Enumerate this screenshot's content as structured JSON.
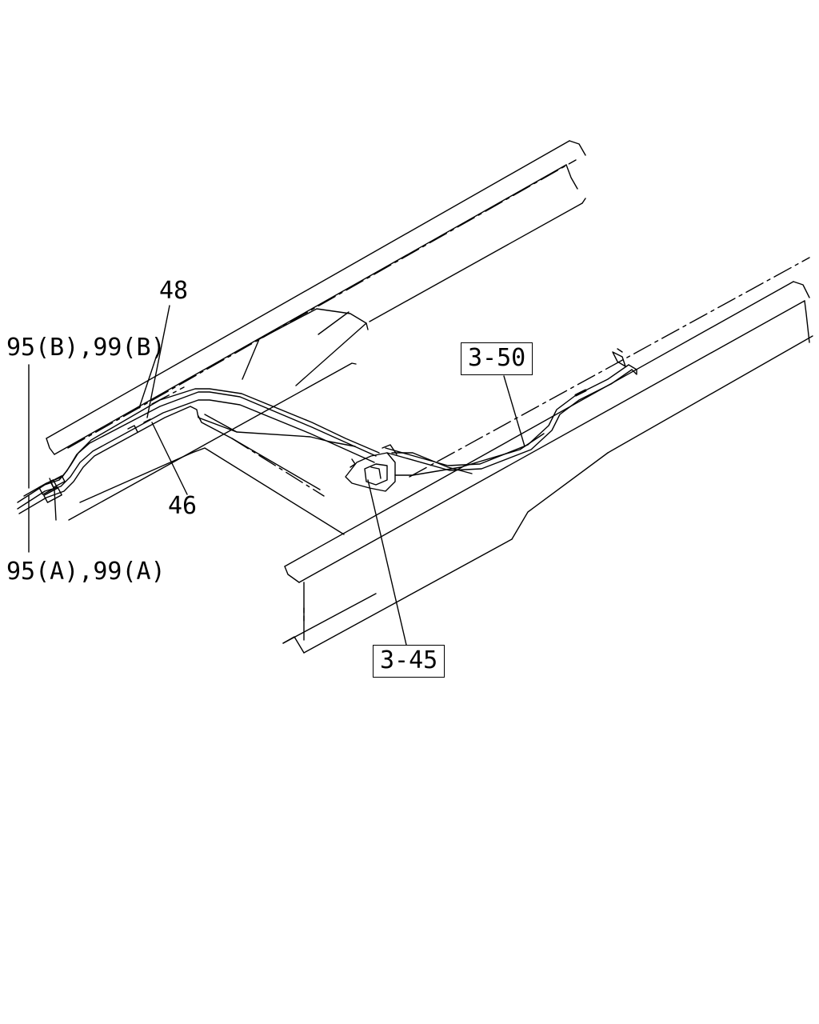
{
  "callouts": {
    "part_48": "48",
    "part_46": "46",
    "part_95b_99b": "95(B),99(B)",
    "part_95a_99a": "95(A),99(A)",
    "ref_3_50": "3-50",
    "ref_3_45": "3-45"
  },
  "colors": {
    "ink": "#000000",
    "paper": "#ffffff"
  }
}
